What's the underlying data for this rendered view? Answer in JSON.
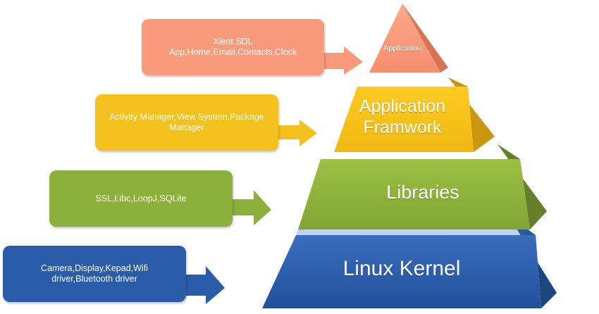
{
  "colors": {
    "application": "#f99a7a",
    "framework": "#f5c11f",
    "libraries": "#8cb03b",
    "kernel": "#2a5caa"
  },
  "layers": {
    "application": {
      "label": "Application"
    },
    "framework": {
      "label_line1": "Application",
      "label_line2": "Framwork"
    },
    "libraries": {
      "label": "Libraries"
    },
    "kernel": {
      "label": "Linux Kernel"
    }
  },
  "callouts": {
    "application": {
      "line1": "Xlent SDL",
      "line2": "App,Home,Email,Contacts,Clock"
    },
    "framework": {
      "line1": "Activity Manager,View System,Package",
      "line2": "Manager"
    },
    "libraries": {
      "line1": "SSL,Libc,LoopJ,SQLite"
    },
    "kernel": {
      "line1": "Camera,Display,Kepad,Wifi",
      "line2": "driver,Bluetooth driver"
    }
  }
}
